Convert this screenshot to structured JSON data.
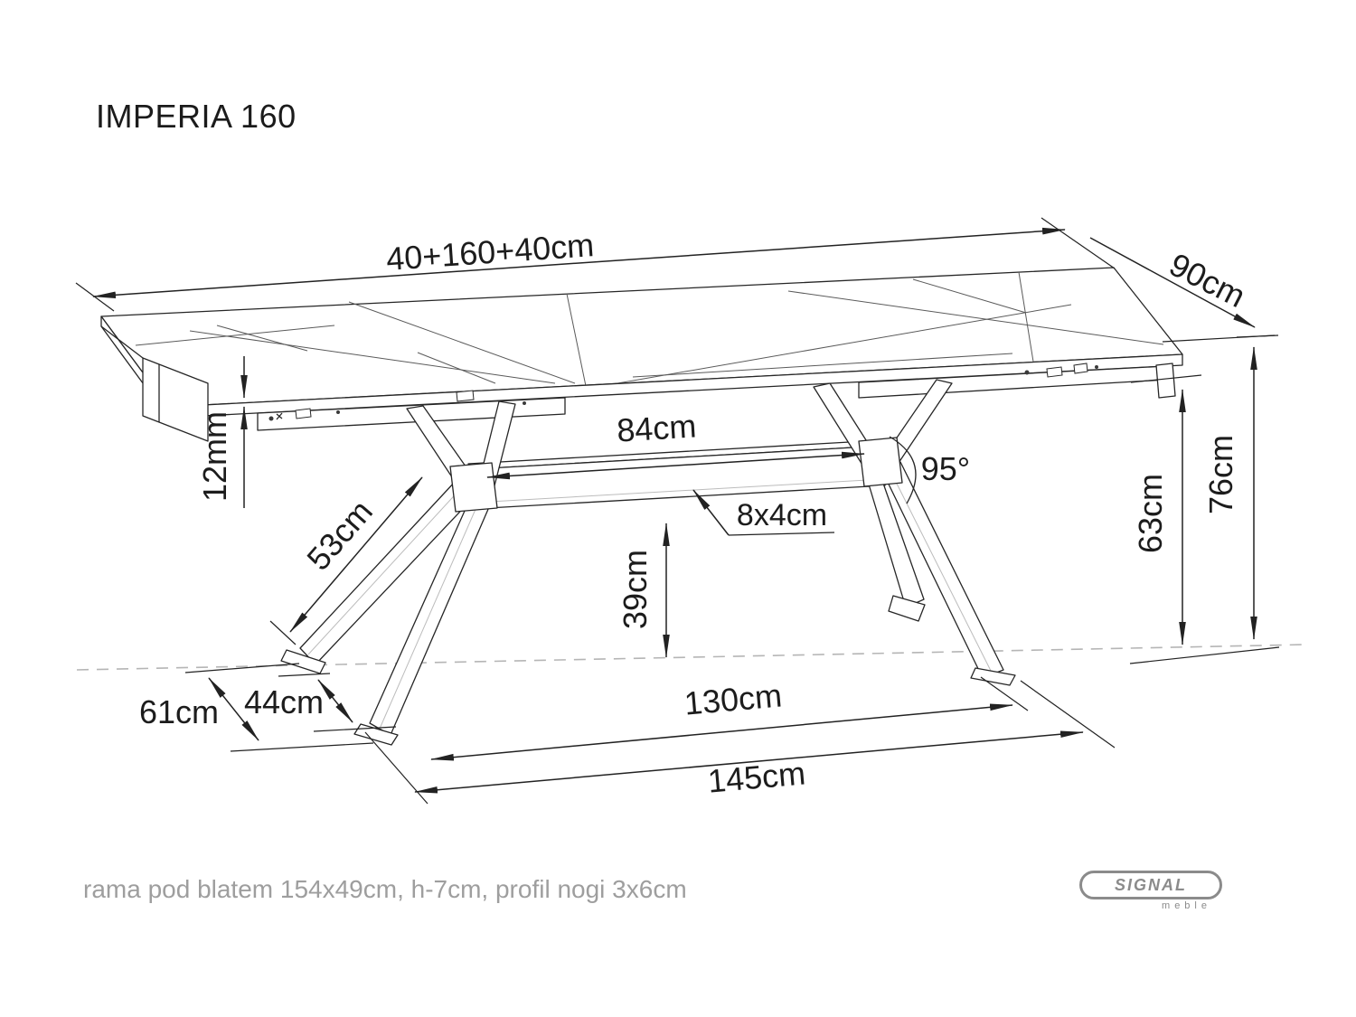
{
  "page": {
    "title": "IMPERIA 160",
    "footnote": "rama pod blatem 154x49cm, h-7cm, profil nogi 3x6cm"
  },
  "logo": {
    "brand": "SIGNAL",
    "sub": "meble"
  },
  "drawing": {
    "type": "technical-dimension-diagram",
    "subject": "extendable dining table with ceramic top and X-shaped metal legs",
    "dimensions": {
      "top_length": "40+160+40cm",
      "top_depth": "90cm",
      "top_thickness": "12mm",
      "leg_arm_length": "53cm",
      "stretcher_length": "84cm",
      "stretcher_profile": "8x4cm",
      "leg_angle": "95°",
      "stretcher_floor_clearance": "39cm",
      "underframe_height": "63cm",
      "table_height": "76cm",
      "base_depth_outer": "61cm",
      "base_depth_inner": "44cm",
      "feet_span_inner": "130cm",
      "feet_span_outer": "145cm"
    },
    "colors": {
      "line": "#262626",
      "vein": "#5a5a5a",
      "floor_dashed": "#b5b5b5",
      "muted_text": "#9e9e9e",
      "logo_gray": "#8b8b8b"
    }
  }
}
